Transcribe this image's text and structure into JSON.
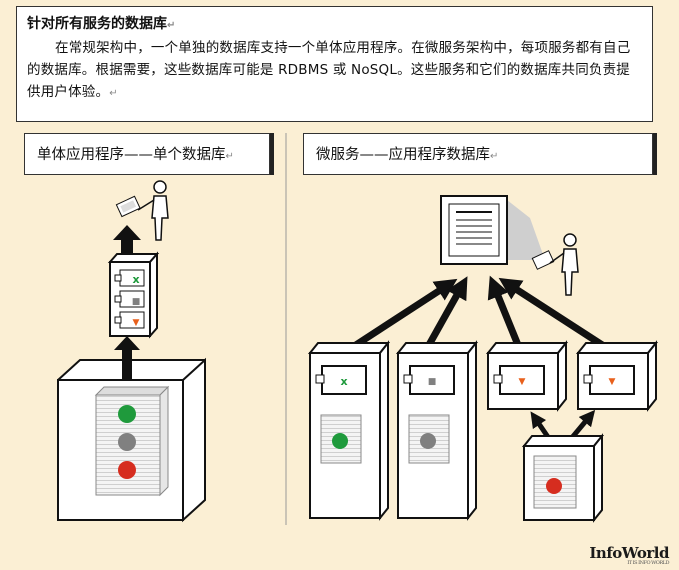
{
  "header": {
    "title": "针对所有服务的数据库",
    "paragraph": "在常规架构中，一个单独的数据库支持一个单体应用程序。在微服务架构中，每项服务都有自己的数据库。根据需要，这些数据库可能是 RDBMS 或 NoSQL。这些服务和它们的数据库共同负责提供用户体验。",
    "paragraph_mark": "↵"
  },
  "left_panel": {
    "label": "单体应用程序——单个数据库",
    "label_mark": "↵",
    "module_symbols": [
      "x",
      "■",
      "▼"
    ]
  },
  "right_panel": {
    "label": "微服务——应用程序数据库",
    "label_mark": "↵",
    "service_symbols": [
      "x",
      "■",
      "▼",
      "▼"
    ]
  },
  "colors": {
    "green": "#1f9a3c",
    "gray": "#808080",
    "red": "#d62d1f",
    "orange": "#e8601c",
    "background": "#fbefd4"
  },
  "logo": {
    "name": "InfoWorld",
    "tagline": "IT IS INFO WORLD"
  }
}
